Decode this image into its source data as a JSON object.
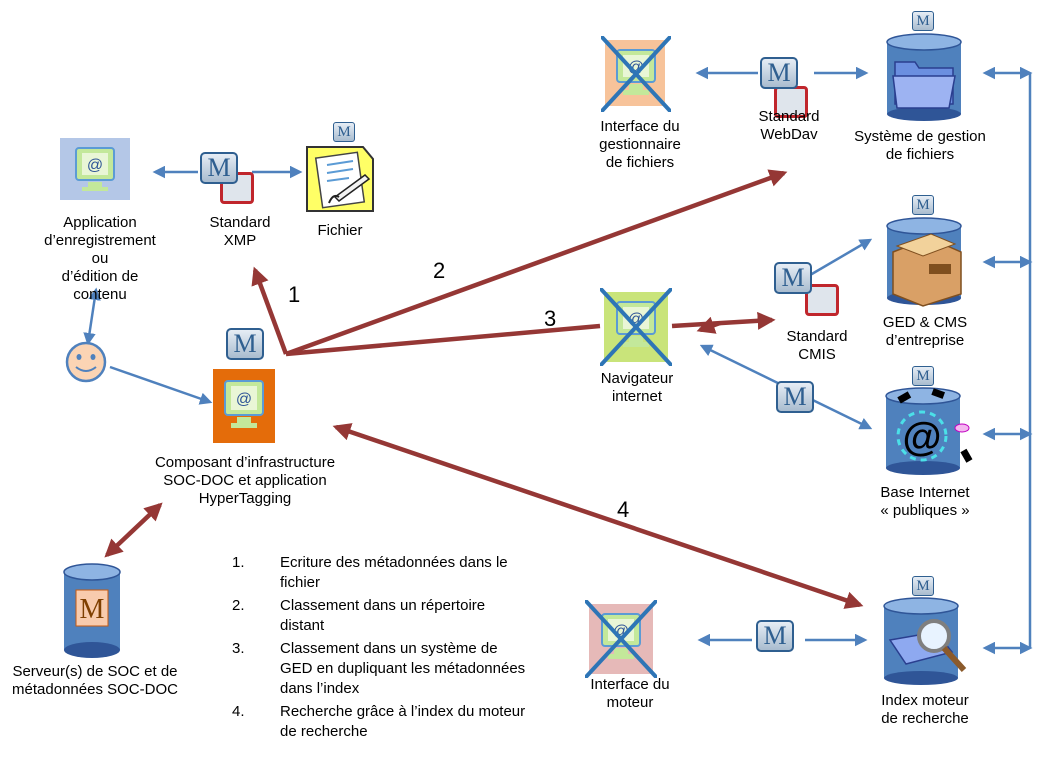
{
  "labels": {
    "app_edition": "Application\nd’enregistrement ou\nd’édition de contenu",
    "standard_xmp": "Standard\nXMP",
    "fichier": "Fichier",
    "interface_gestionnaire": "Interface du\ngestionnaire\nde fichiers",
    "standard_webdav": "Standard\nWebDav",
    "systeme_gestion": "Système de gestion\nde fichiers",
    "ged_cms": "GED & CMS\nd’entreprise",
    "standard_cmis": "Standard\nCMIS",
    "navigateur": "Navigateur\ninternet",
    "base_internet": "Base Internet\n« publiques »",
    "composant": "Composant d’infrastructure\nSOC-DOC et application\nHyperTagging",
    "serveur": "Serveur(s) de  SOC et de\nmétadonnées SOC-DOC",
    "interface_moteur": "Interface du\nmoteur",
    "index_moteur": "Index moteur\nde recherche"
  },
  "arrow_numbers": [
    "1",
    "2",
    "3",
    "4"
  ],
  "m_glyph": "M",
  "steps": [
    {
      "n": "1.",
      "text": "Ecriture des métadonnées dans le fichier"
    },
    {
      "n": "2.",
      "text": "Classement dans un répertoire distant"
    },
    {
      "n": "3.",
      "text": "Classement dans un système de GED en dupliquant les métadonnées dans l’index"
    },
    {
      "n": "4.",
      "text": "Recherche grâce à l’index du moteur de recherche"
    }
  ],
  "colors": {
    "blue_arrow": "#4f81bd",
    "red_arrow": "#953735",
    "orange_tile": "#e46c0a",
    "green_screen": "#92d050",
    "cross": "#2e75b6"
  }
}
